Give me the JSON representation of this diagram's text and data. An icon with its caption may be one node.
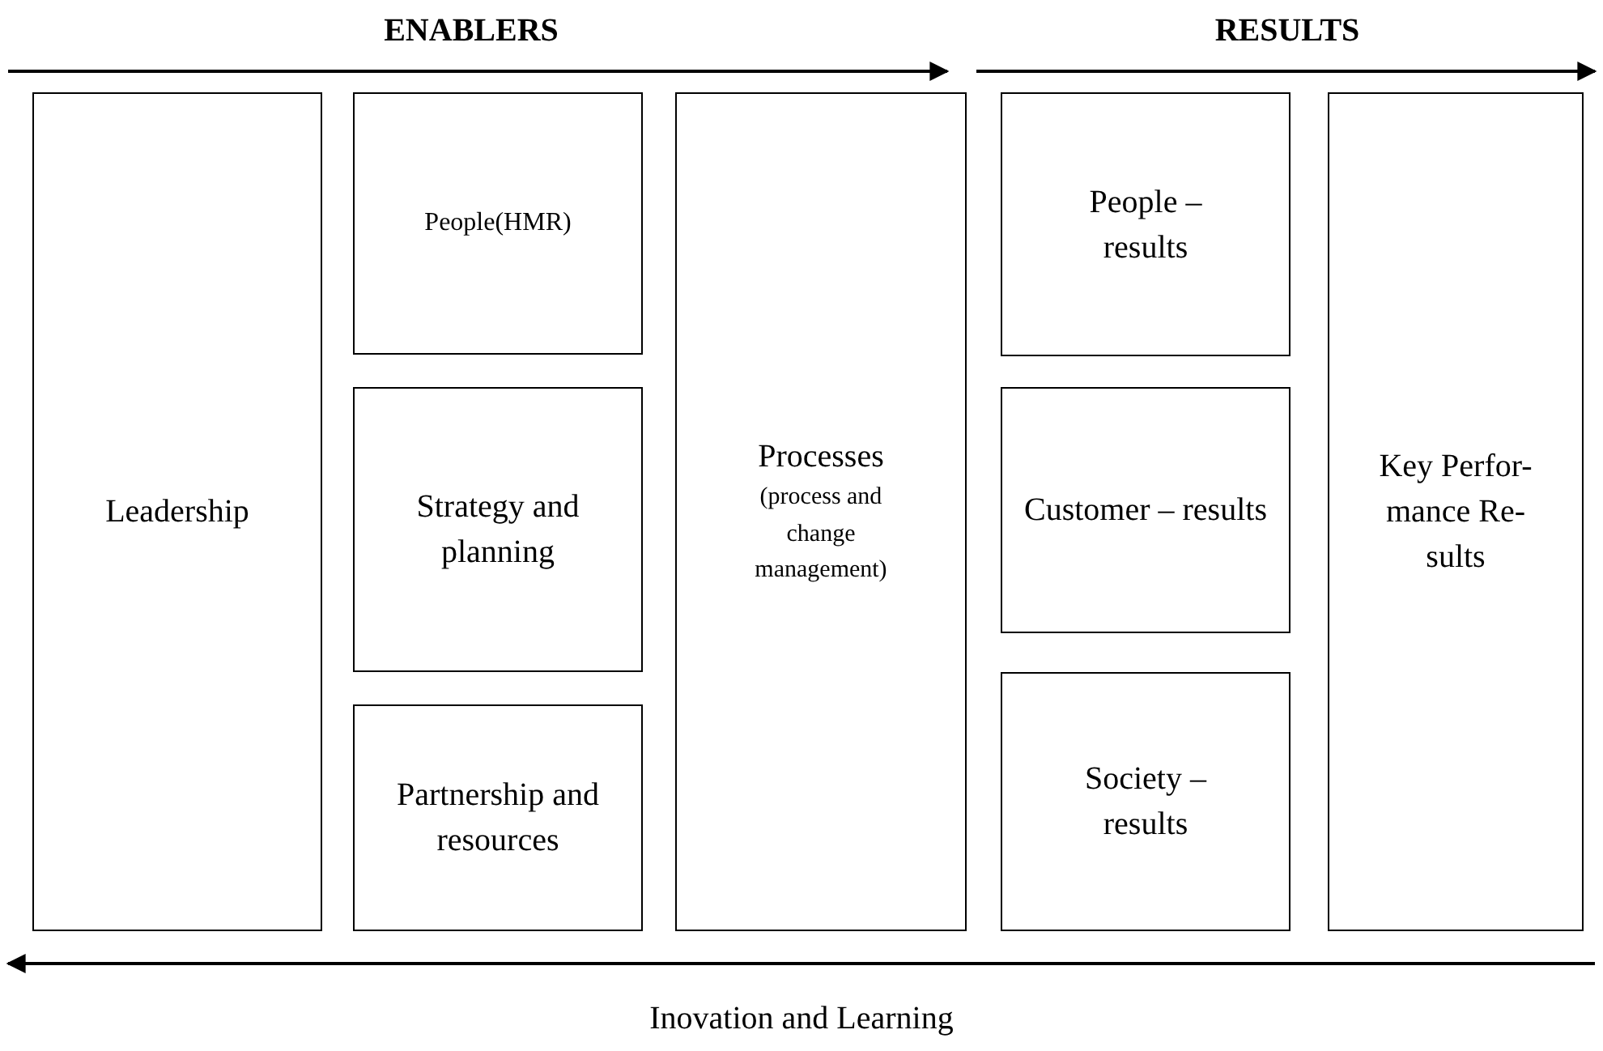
{
  "diagram": {
    "nodes": [
      {
        "text": [
          "Leadership"
        ]
      },
      {
        "text": [
          "People(HMR)"
        ]
      },
      {
        "text": [
          "Strategy and planning"
        ]
      },
      {
        "text": [
          "Partnership and resources"
        ]
      },
      {
        "text": [
          "Processes",
          "(process and change management)"
        ]
      },
      {
        "text": [
          "People – results"
        ]
      },
      {
        "text": [
          "Customer – results"
        ]
      },
      {
        "text": [
          "Society – results"
        ]
      },
      {
        "text": [
          "Key Perfor-mance Re-sults"
        ]
      }
    ],
    "labels": [
      "ENABLERS",
      "RESULTS",
      "Inovation and Learning"
    ]
  }
}
